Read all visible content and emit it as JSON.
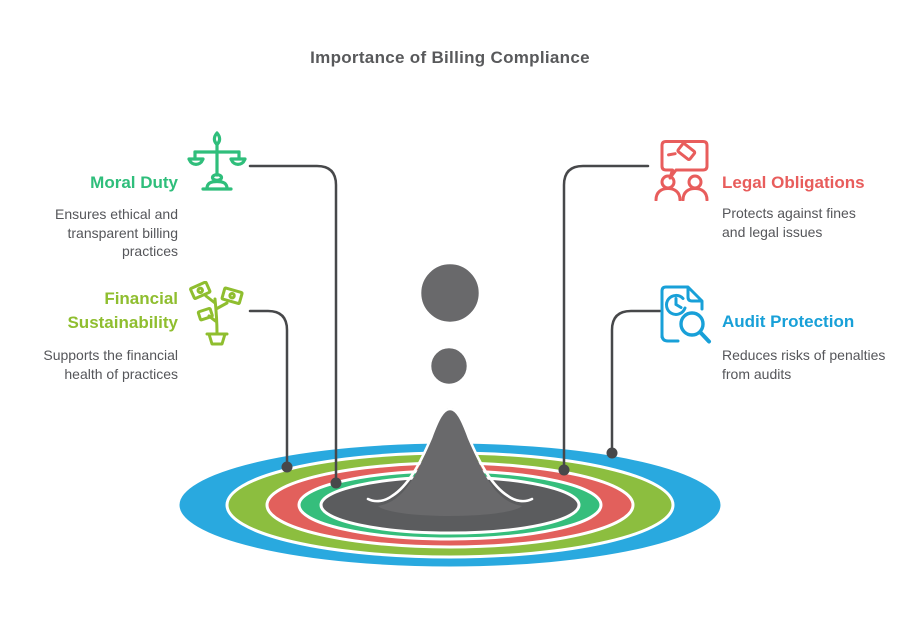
{
  "title": "Importance of Billing Compliance",
  "items": [
    {
      "label": "Moral Duty",
      "description": "Ensures ethical and transparent billing practices",
      "icon": "scales-icon",
      "color": "#2FBE7B"
    },
    {
      "label": "Financial Sustainability",
      "description": "Supports the financial health of practices",
      "icon": "money-tree-icon",
      "color": "#8FBE2F"
    },
    {
      "label": "Legal Obligations",
      "description": "Protects against fines and legal issues",
      "icon": "gavel-people-icon",
      "color": "#E85D5C"
    },
    {
      "label": "Audit Protection",
      "description": "Reduces risks of penalties from audits",
      "icon": "document-search-icon",
      "color": "#18A0D8"
    }
  ],
  "center_illustration": {
    "name": "water-droplet-ripple",
    "ring_colors": [
      "#29A9DF",
      "#8CBE3F",
      "#E2605C",
      "#35BE7C",
      "#5B5C5E"
    ],
    "droplet_color": "#69696B",
    "connector_color": "#47484A"
  },
  "text_colors": {
    "title": "#58595B",
    "body": "#55565A"
  }
}
